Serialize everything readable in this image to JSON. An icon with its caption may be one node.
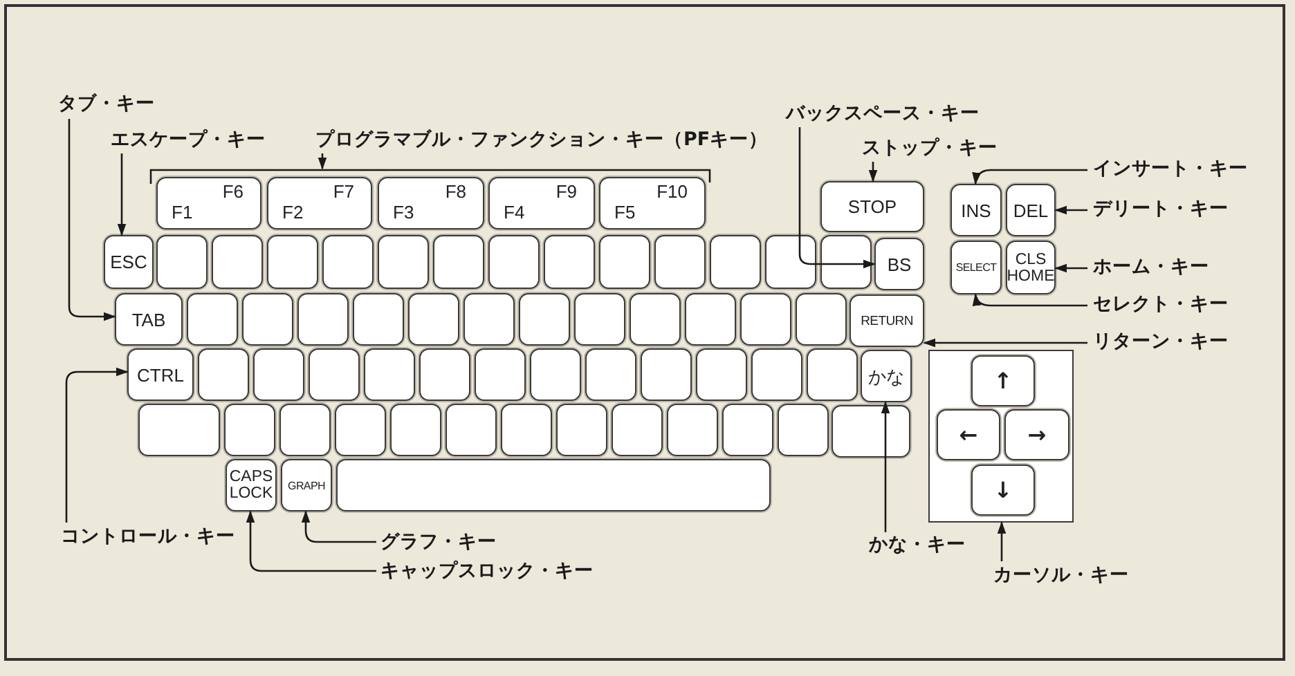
{
  "diagram": {
    "nodes": [
      {
        "text": [
          "タブ・キー"
        ]
      },
      {
        "text": [
          "エスケープ・キー"
        ]
      },
      {
        "text": [
          "プログラマブル・ファンクション・キー（PFキー）"
        ]
      },
      {
        "text": [
          "バックスペース・キー"
        ]
      },
      {
        "text": [
          "ストップ・キー"
        ]
      },
      {
        "text": [
          "インサート・キー"
        ]
      },
      {
        "text": [
          "F6",
          "F1"
        ]
      },
      {
        "text": [
          "F7",
          "F2"
        ]
      },
      {
        "text": [
          "F8",
          "F3"
        ]
      },
      {
        "text": [
          "F9",
          "F4"
        ]
      },
      {
        "text": [
          "F10",
          "F5"
        ]
      },
      {
        "text": [
          "STOP"
        ]
      },
      {
        "text": [
          "INS"
        ]
      },
      {
        "text": [
          "DEL"
        ]
      },
      {
        "text": [
          "デリート・キー"
        ]
      },
      {
        "text": [
          "ESC"
        ]
      },
      {
        "text": [],
        "shape": "box"
      },
      {
        "text": [],
        "shape": "box"
      },
      {
        "text": [],
        "shape": "box"
      },
      {
        "text": [],
        "shape": "box"
      },
      {
        "text": [],
        "shape": "box"
      },
      {
        "text": [],
        "shape": "box"
      },
      {
        "text": [],
        "shape": "box"
      },
      {
        "text": [],
        "shape": "box"
      },
      {
        "text": [],
        "shape": "box"
      },
      {
        "text": [],
        "shape": "box"
      },
      {
        "text": [],
        "shape": "box"
      },
      {
        "text": [],
        "shape": "box"
      },
      {
        "text": [],
        "shape": "box"
      },
      {
        "text": [
          "BS"
        ]
      },
      {
        "text": [
          "SELECT"
        ]
      },
      {
        "text": [
          "CLS HOME"
        ]
      },
      {
        "text": [
          "ホーム・キー"
        ]
      },
      {
        "text": [
          "セレクト・キー"
        ]
      },
      {
        "text": [
          "TAB"
        ]
      },
      {
        "text": [],
        "shape": "box"
      },
      {
        "text": [],
        "shape": "box"
      },
      {
        "text": [],
        "shape": "box"
      },
      {
        "text": [],
        "shape": "box"
      },
      {
        "text": [],
        "shape": "box"
      },
      {
        "text": [],
        "shape": "box"
      },
      {
        "text": [],
        "shape": "box"
      },
      {
        "text": [],
        "shape": "box"
      },
      {
        "text": [],
        "shape": "box"
      },
      {
        "text": [],
        "shape": "box"
      },
      {
        "text": [],
        "shape": "box"
      },
      {
        "text": [],
        "shape": "box"
      },
      {
        "text": [
          "RETURN"
        ]
      },
      {
        "text": [
          "リターン・キー"
        ]
      },
      {
        "text": [
          "CTRL"
        ]
      },
      {
        "text": [],
        "shape": "box"
      },
      {
        "text": [],
        "shape": "box"
      },
      {
        "text": [],
        "shape": "box"
      },
      {
        "text": [],
        "shape": "box"
      },
      {
        "text": [],
        "shape": "box"
      },
      {
        "text": [],
        "shape": "box"
      },
      {
        "text": [],
        "shape": "box"
      },
      {
        "text": [],
        "shape": "box"
      },
      {
        "text": [],
        "shape": "box"
      },
      {
        "text": [],
        "shape": "box"
      },
      {
        "text": [],
        "shape": "box"
      },
      {
        "text": [],
        "shape": "box"
      },
      {
        "text": [
          "かな"
        ]
      },
      {
        "text": [],
        "shape": "box"
      },
      {
        "text": [
          "↑"
        ],
        "in": 63
      },
      {
        "text": [],
        "shape": "box"
      },
      {
        "text": [],
        "shape": "box"
      },
      {
        "text": [],
        "shape": "box"
      },
      {
        "text": [],
        "shape": "box"
      },
      {
        "text": [],
        "shape": "box"
      },
      {
        "text": [],
        "shape": "box"
      },
      {
        "text": [],
        "shape": "box"
      },
      {
        "text": [],
        "shape": "box"
      },
      {
        "text": [],
        "shape": "box"
      },
      {
        "text": [],
        "shape": "box"
      },
      {
        "text": [],
        "shape": "box"
      },
      {
        "text": [],
        "shape": "box"
      },
      {
        "text": [],
        "shape": "box"
      },
      {
        "text": [
          "←"
        ],
        "in": 63
      },
      {
        "text": [
          "→"
        ],
        "in": 63
      },
      {
        "text": [
          "CAPS LOCK"
        ]
      },
      {
        "text": [
          "GRAPH"
        ]
      },
      {
        "text": [],
        "shape": "box"
      },
      {
        "text": [
          "↓"
        ],
        "in": 63
      },
      {
        "text": [
          "コントロール・キー"
        ]
      },
      {
        "text": [
          "グラフ・キー"
        ]
      },
      {
        "text": [
          "かな・キー"
        ]
      },
      {
        "text": [
          "カーソル・キー"
        ]
      },
      {
        "text": [
          "キャップスロック・キー"
        ]
      },
      {
        "text": [],
        "shape": "bracket"
      }
    ],
    "edges": [
      {
        "from": 0,
        "to": 34,
        "arrow": "to"
      },
      {
        "from": 1,
        "to": 15,
        "arrow": "to"
      },
      {
        "from": 2,
        "to": 89,
        "arrow": "to"
      },
      {
        "from": 3,
        "to": 29,
        "arrow": "to"
      },
      {
        "from": 4,
        "to": 11,
        "arrow": "to"
      },
      {
        "from": 5,
        "to": 12,
        "arrow": "to"
      },
      {
        "from": 14,
        "to": 13,
        "arrow": "to"
      },
      {
        "from": 32,
        "to": 31,
        "arrow": "to"
      },
      {
        "from": 33,
        "to": 30,
        "arrow": "to"
      },
      {
        "from": 48,
        "to": 47,
        "arrow": "to"
      },
      {
        "from": 84,
        "to": 49,
        "arrow": "to"
      },
      {
        "from": 85,
        "to": 81,
        "arrow": "to"
      },
      {
        "from": 86,
        "to": 62,
        "arrow": "to"
      },
      {
        "from": 87,
        "to": 63,
        "arrow": "to"
      },
      {
        "from": 88,
        "to": 80,
        "arrow": "to"
      }
    ]
  }
}
